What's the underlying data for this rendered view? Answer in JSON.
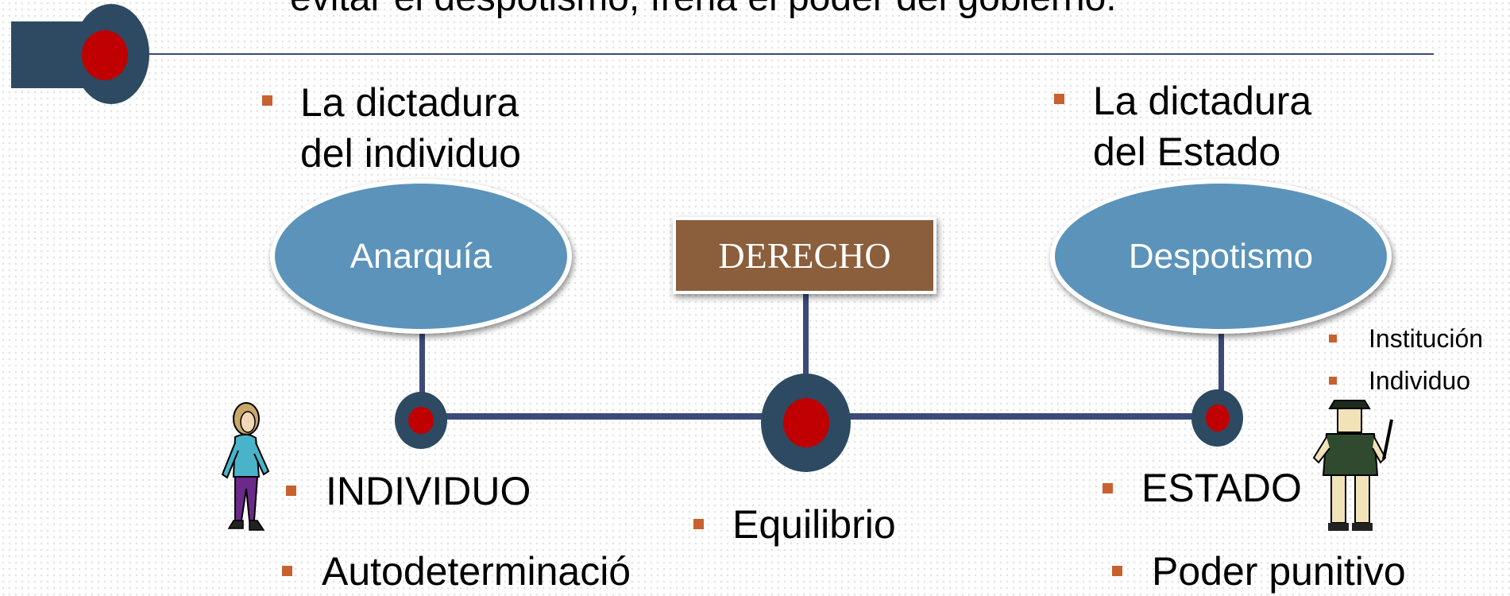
{
  "header": {
    "text": "evitar el despotismo, frena el poder del gobierno.\""
  },
  "left_bullet": {
    "line1": "La   dictadura",
    "line2": "del individuo"
  },
  "right_bullet": {
    "line1": "La   dictadura",
    "line2": "del Estado"
  },
  "nodes": {
    "anarquia": "Anarquía",
    "derecho": "DERECHO",
    "despotismo": "Despotismo"
  },
  "bottom": {
    "individuo": "INDIVIDUO",
    "autodeterminacion": "Autodeterminació",
    "equilibrio": "Equilibrio",
    "estado": "ESTADO",
    "poder_punitivo": "Poder punitivo"
  },
  "side_list": [
    "Institución",
    "Individuo"
  ],
  "colors": {
    "ellipse": "#5b93ba",
    "derecho_box": "#8b5e3c",
    "node": "#2d4a62",
    "node_dot": "#c00000",
    "bullet": "#c8612e",
    "line": "#3b4a78"
  },
  "icons": [
    "walking-person-icon",
    "guard-figure-icon"
  ]
}
